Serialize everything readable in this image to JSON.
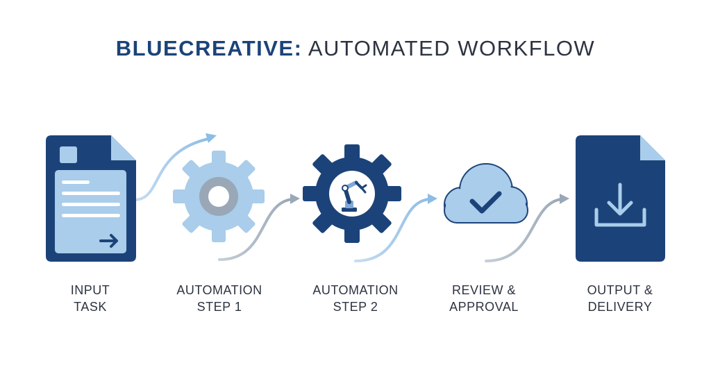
{
  "title": {
    "brand": "BLUECREATIVE:",
    "rest": "AUTOMATED WORKFLOW"
  },
  "steps": [
    {
      "line1": "INPUT",
      "line2": "TASK",
      "icon": "document-arrow-icon"
    },
    {
      "line1": "AUTOMATION",
      "line2": "STEP 1",
      "icon": "gear-icon"
    },
    {
      "line1": "AUTOMATION",
      "line2": "STEP 2",
      "icon": "gear-robot-arm-icon"
    },
    {
      "line1": "REVIEW &",
      "line2": "APPROVAL",
      "icon": "cloud-check-icon"
    },
    {
      "line1": "OUTPUT &",
      "line2": "DELIVERY",
      "icon": "document-download-icon"
    }
  ],
  "colors": {
    "navy": "#1c4379",
    "light_blue": "#a9cdea",
    "gray": "#9aa7b6",
    "text": "#2c3340"
  }
}
